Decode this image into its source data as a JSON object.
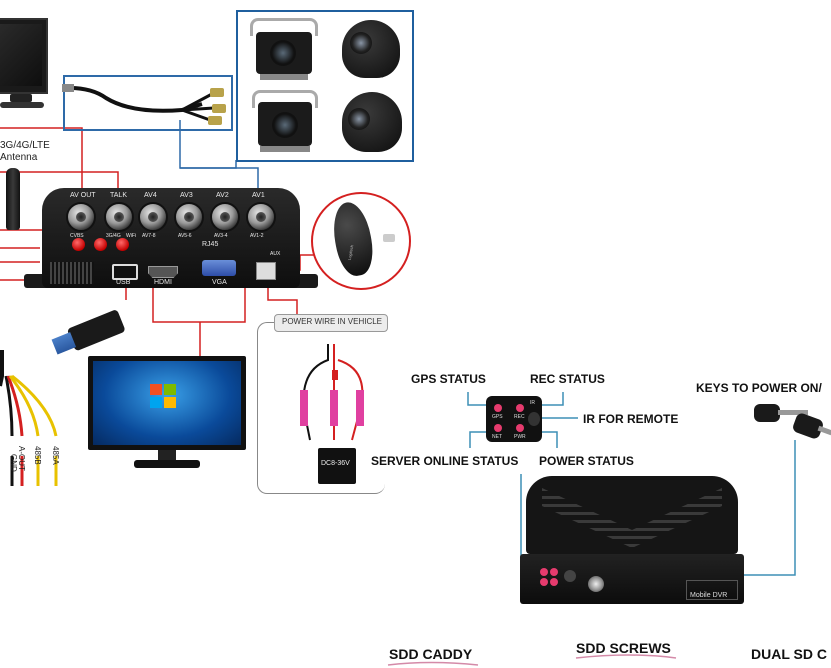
{
  "antenna_label": "3G/4G/LTE\nAntenna",
  "dvr_ports": {
    "top": [
      "AV OUT",
      "TALK",
      "AV4",
      "AV3",
      "AV2",
      "AV1"
    ],
    "sub": [
      "CVBS",
      "3G/4G",
      "WiFi",
      "AV7-8",
      "AV5-6",
      "AV3-4",
      "AV1-2"
    ],
    "rj45": "RJ45",
    "usb": "USB",
    "hdmi": "HDMI",
    "vga": "VGA",
    "aux": "AUX"
  },
  "mouse_brand": "Logitech",
  "power_wire_label": "POWER WIRE IN VEHICLE",
  "power_box_label": "DC8-36V",
  "wire_labels": [
    "GND",
    "A-OUT",
    "485B",
    "485A"
  ],
  "status_labels": {
    "gps": "GPS STATUS",
    "rec": "REC STATUS",
    "ir": "IR FOR REMOTE",
    "server": "SERVER ONLINE STATUS",
    "power": "POWER STATUS",
    "keys": "KEYS TO POWER ON/"
  },
  "led_labels": [
    "GPS",
    "REC",
    "IR",
    "NET",
    "PWR"
  ],
  "dvr2_label": "Mobile DVR",
  "bottom_labels": {
    "caddy": "SDD CADDY",
    "screws": "SDD SCREWS",
    "dual_sd": "DUAL SD C"
  },
  "colors": {
    "wire_red": "#d42020",
    "wire_blue": "#2e6aa8",
    "label_line_blue": "#3d8fb5",
    "camera_frame": "#1f5f9e",
    "dvr_body": "#141414"
  }
}
